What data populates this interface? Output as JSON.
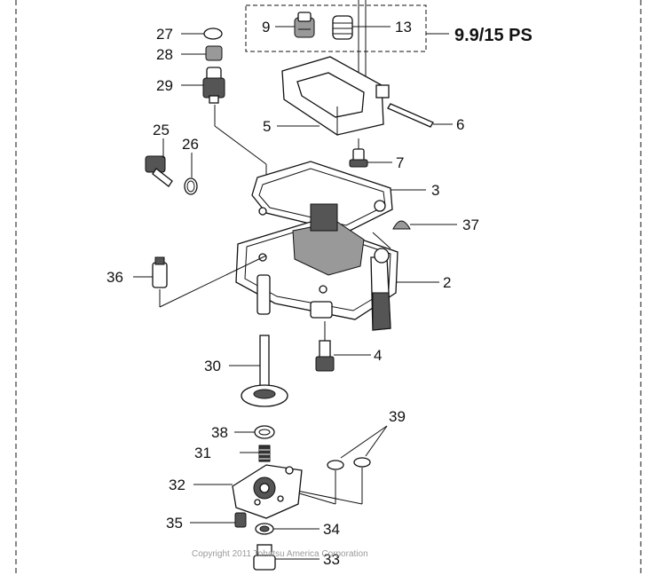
{
  "model_label": "9.9/15 PS",
  "copyright": "Copyright 2011 Tohatsu America Corporation",
  "callouts": {
    "c27": "27",
    "c28": "28",
    "c29": "29",
    "c25": "25",
    "c26": "26",
    "c9": "9",
    "c13": "13",
    "c5": "5",
    "c6": "6",
    "c7": "7",
    "c3": "3",
    "c37": "37",
    "c36": "36",
    "c2": "2",
    "c4": "4",
    "c30": "30",
    "c38": "38",
    "c39": "39",
    "c31": "31",
    "c32": "32",
    "c35": "35",
    "c34": "34",
    "c33": "33"
  }
}
